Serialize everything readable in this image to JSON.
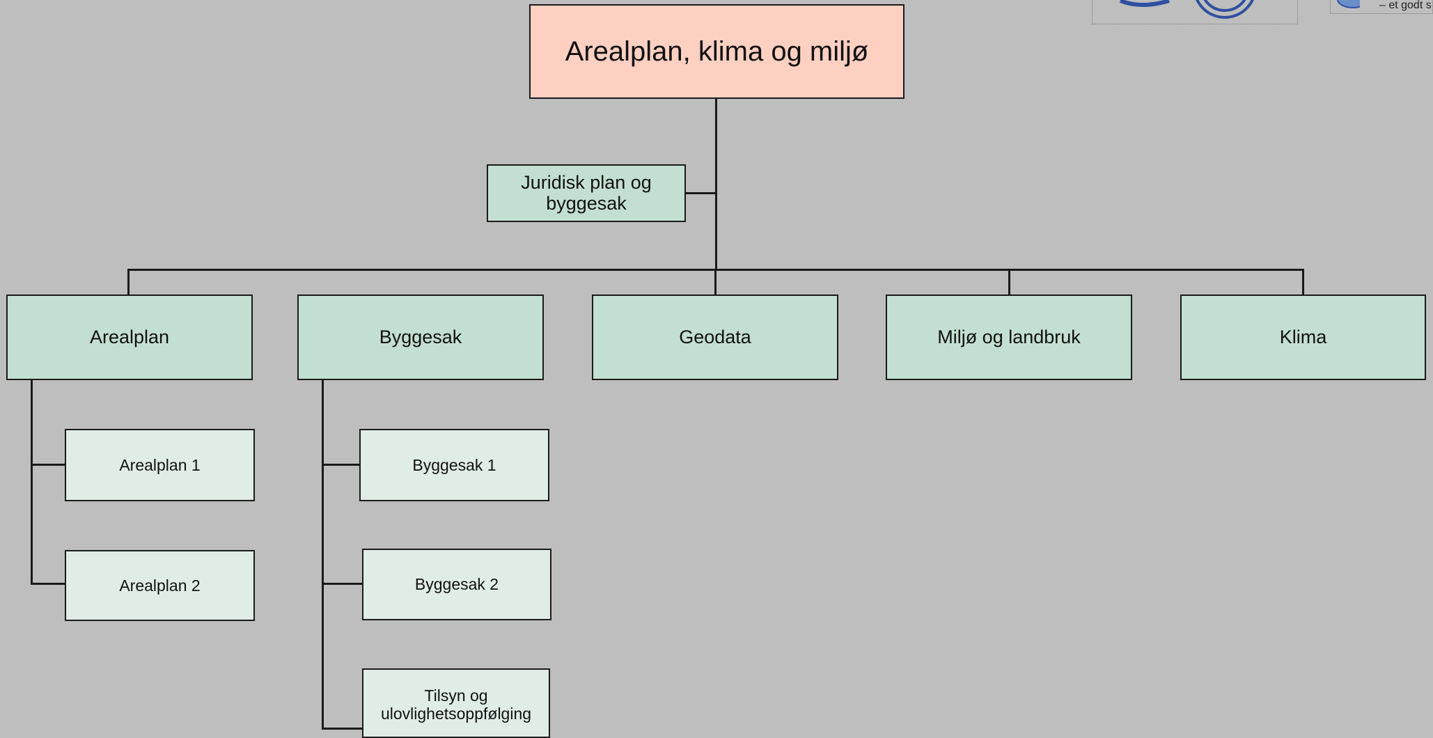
{
  "org_chart": {
    "root": {
      "label": "Arealplan, klima og miljø"
    },
    "staff": {
      "label_line1": "Juridisk plan og",
      "label_line2": "byggesak"
    },
    "departments": [
      {
        "label": "Arealplan"
      },
      {
        "label": "Byggesak"
      },
      {
        "label": "Geodata"
      },
      {
        "label": "Miljø og landbruk"
      },
      {
        "label": "Klima"
      }
    ],
    "arealplan_units": [
      {
        "label": "Arealplan 1"
      },
      {
        "label": "Arealplan 2"
      }
    ],
    "byggesak_units": [
      {
        "label": "Byggesak 1"
      },
      {
        "label": "Byggesak 2"
      },
      {
        "label_line1": "Tilsyn og",
        "label_line2": "ulovlighetsoppfølging"
      }
    ]
  },
  "logos": {
    "right_logo_text": "– et godt s"
  },
  "colors": {
    "background": "#bebebe",
    "root_fill": "#fdd0c2",
    "department_fill": "#c3dfd2",
    "unit_fill": "#e0ede7",
    "line": "#1a1a1a",
    "logo_blue": "#2f4fa0"
  }
}
